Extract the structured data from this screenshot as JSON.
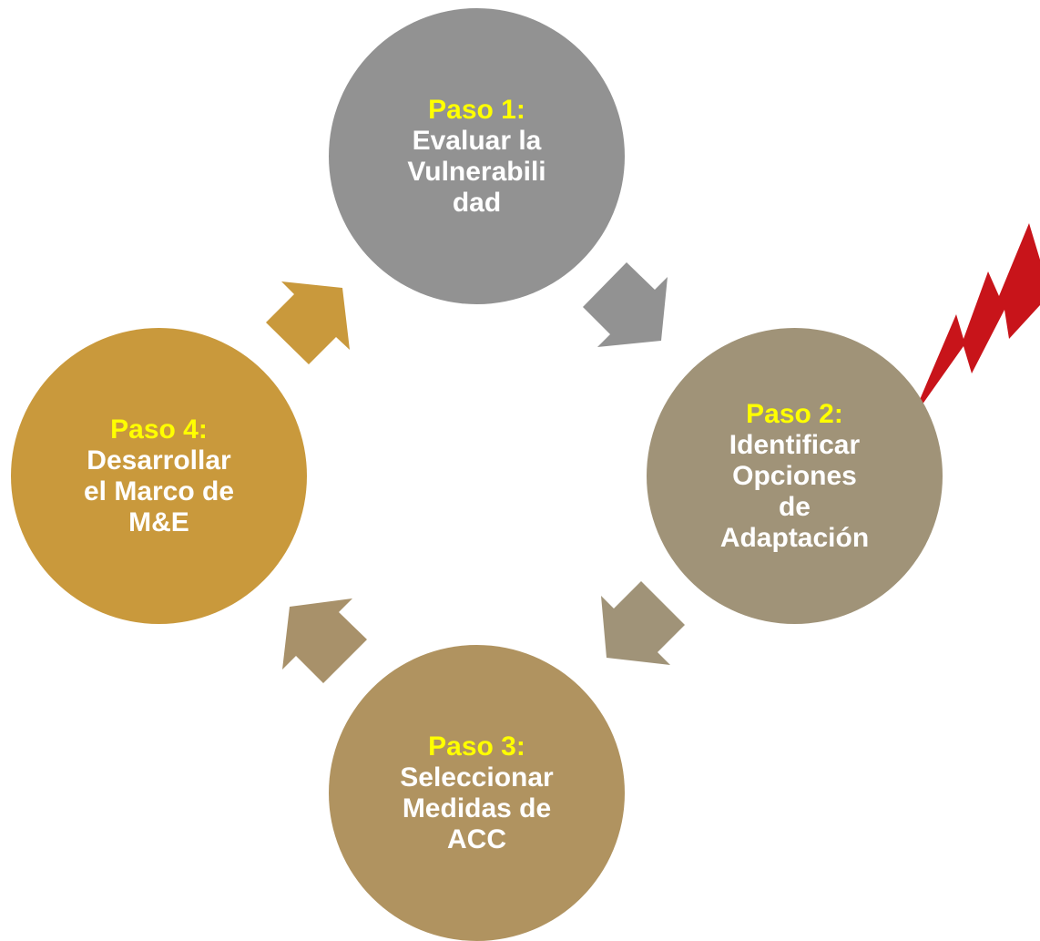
{
  "steps": [
    {
      "title": "Paso 1:",
      "text": "Evaluar la\nVulnerabili\ndad",
      "color": "#929292"
    },
    {
      "title": "Paso 2:",
      "text": "Identificar\nOpciones\nde\nAdaptación",
      "color": "#a09378"
    },
    {
      "title": "Paso 3:",
      "text": "Seleccionar\nMedidas de\nACC",
      "color": "#b09360"
    },
    {
      "title": "Paso 4:",
      "text": "Desarrollar\nel Marco de\nM&E",
      "color": "#c9993c"
    }
  ],
  "colors": {
    "title_yellow": "#ffff00",
    "arrow_1_to_2": "#929292",
    "arrow_2_to_3": "#a09378",
    "arrow_3_to_4": "#a8916a",
    "arrow_4_to_1": "#c9993c",
    "lightning": "#c8141a"
  },
  "icons": {
    "lightning": "lightning-bolt-icon"
  }
}
